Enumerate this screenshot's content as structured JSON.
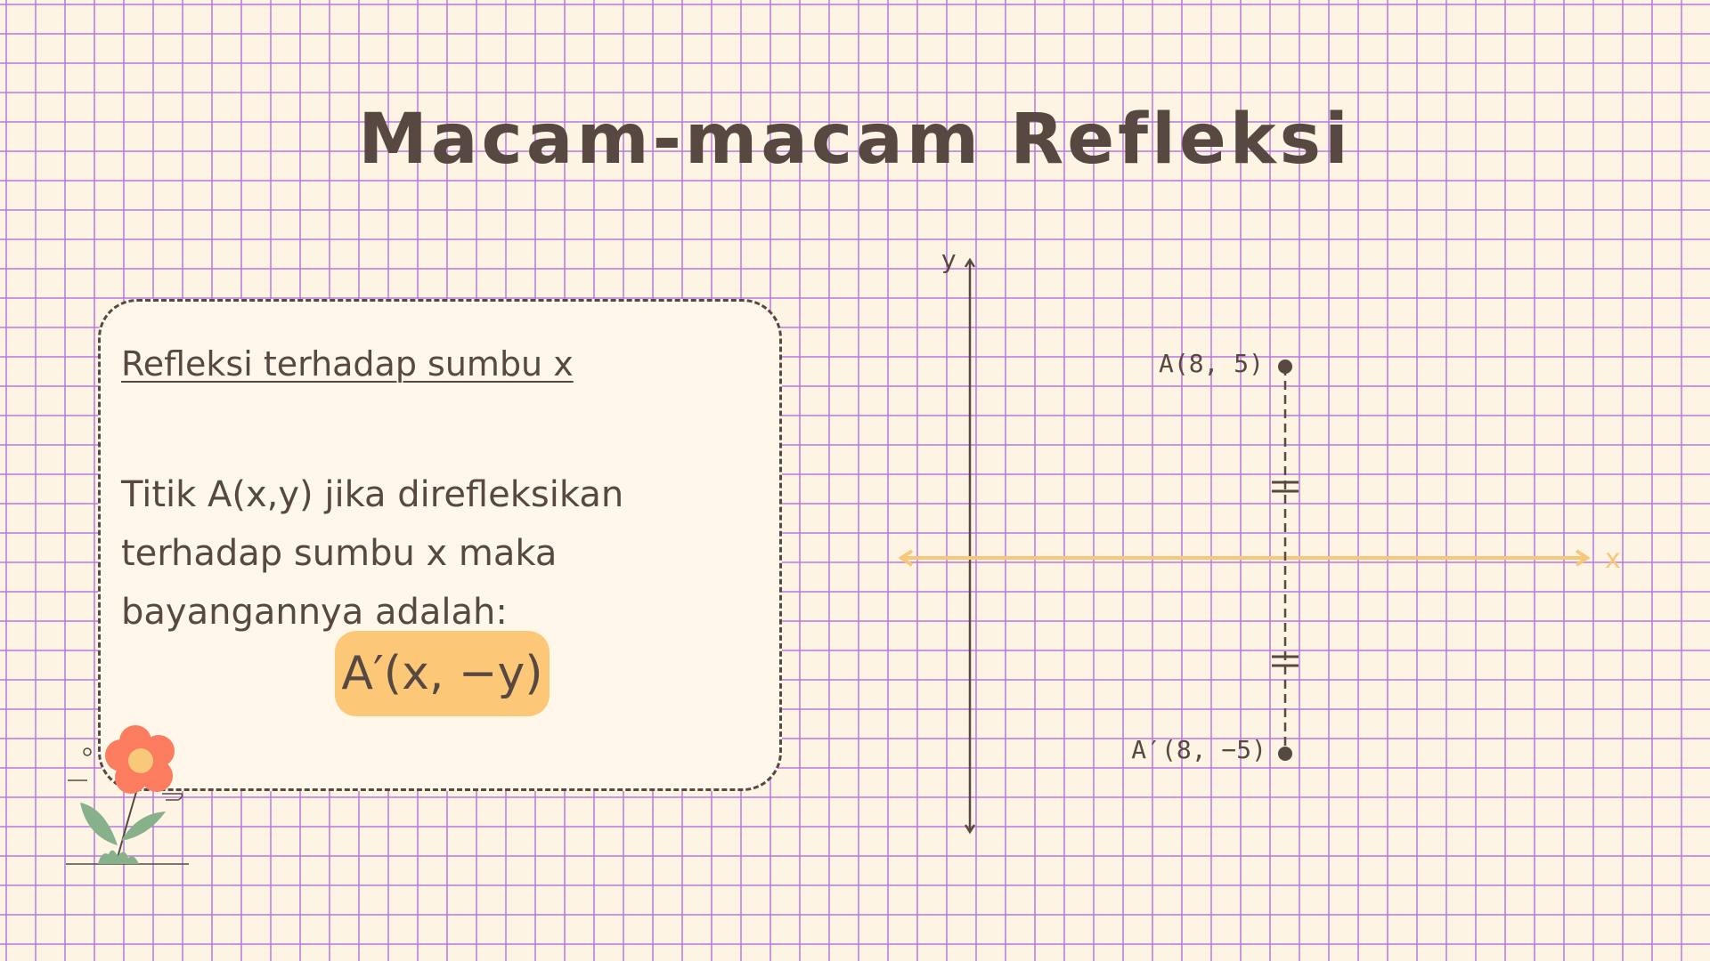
{
  "slide": {
    "title": "Macam-macam Refleksi"
  },
  "card": {
    "heading": "Refleksi terhadap sumbu x",
    "body": "Titik A(x,y) jika direfleksikan terhadap sumbu x maka bayangannya adalah:",
    "formula": "A′(x, −y)"
  },
  "diagram": {
    "y_axis_label": "y",
    "x_axis_label": "x",
    "point_a_label": "A(8, 5)",
    "point_a_prime_label": "A′(8, −5)",
    "equal_mark": "="
  },
  "chart_data": {
    "type": "scatter",
    "points": [
      {
        "label": "A(8, 5)",
        "x": 8,
        "y": 5
      },
      {
        "label": "A′(8, −5)",
        "x": 8,
        "y": -5
      }
    ],
    "mirror_line": "x-axis",
    "connector": "dashed vertical line through A and A′ with equal-length tick marks"
  },
  "colors": {
    "background": "#fef4e4",
    "grid": "#b878dc",
    "text": "#574842",
    "x_axis": "#f8c77a",
    "formula_highlight": "#fcc878",
    "flower_petal": "#fb7c5f",
    "flower_center": "#f9c97a",
    "leaf": "#86b18a"
  },
  "decorations": {
    "flower": "flower-icon"
  }
}
